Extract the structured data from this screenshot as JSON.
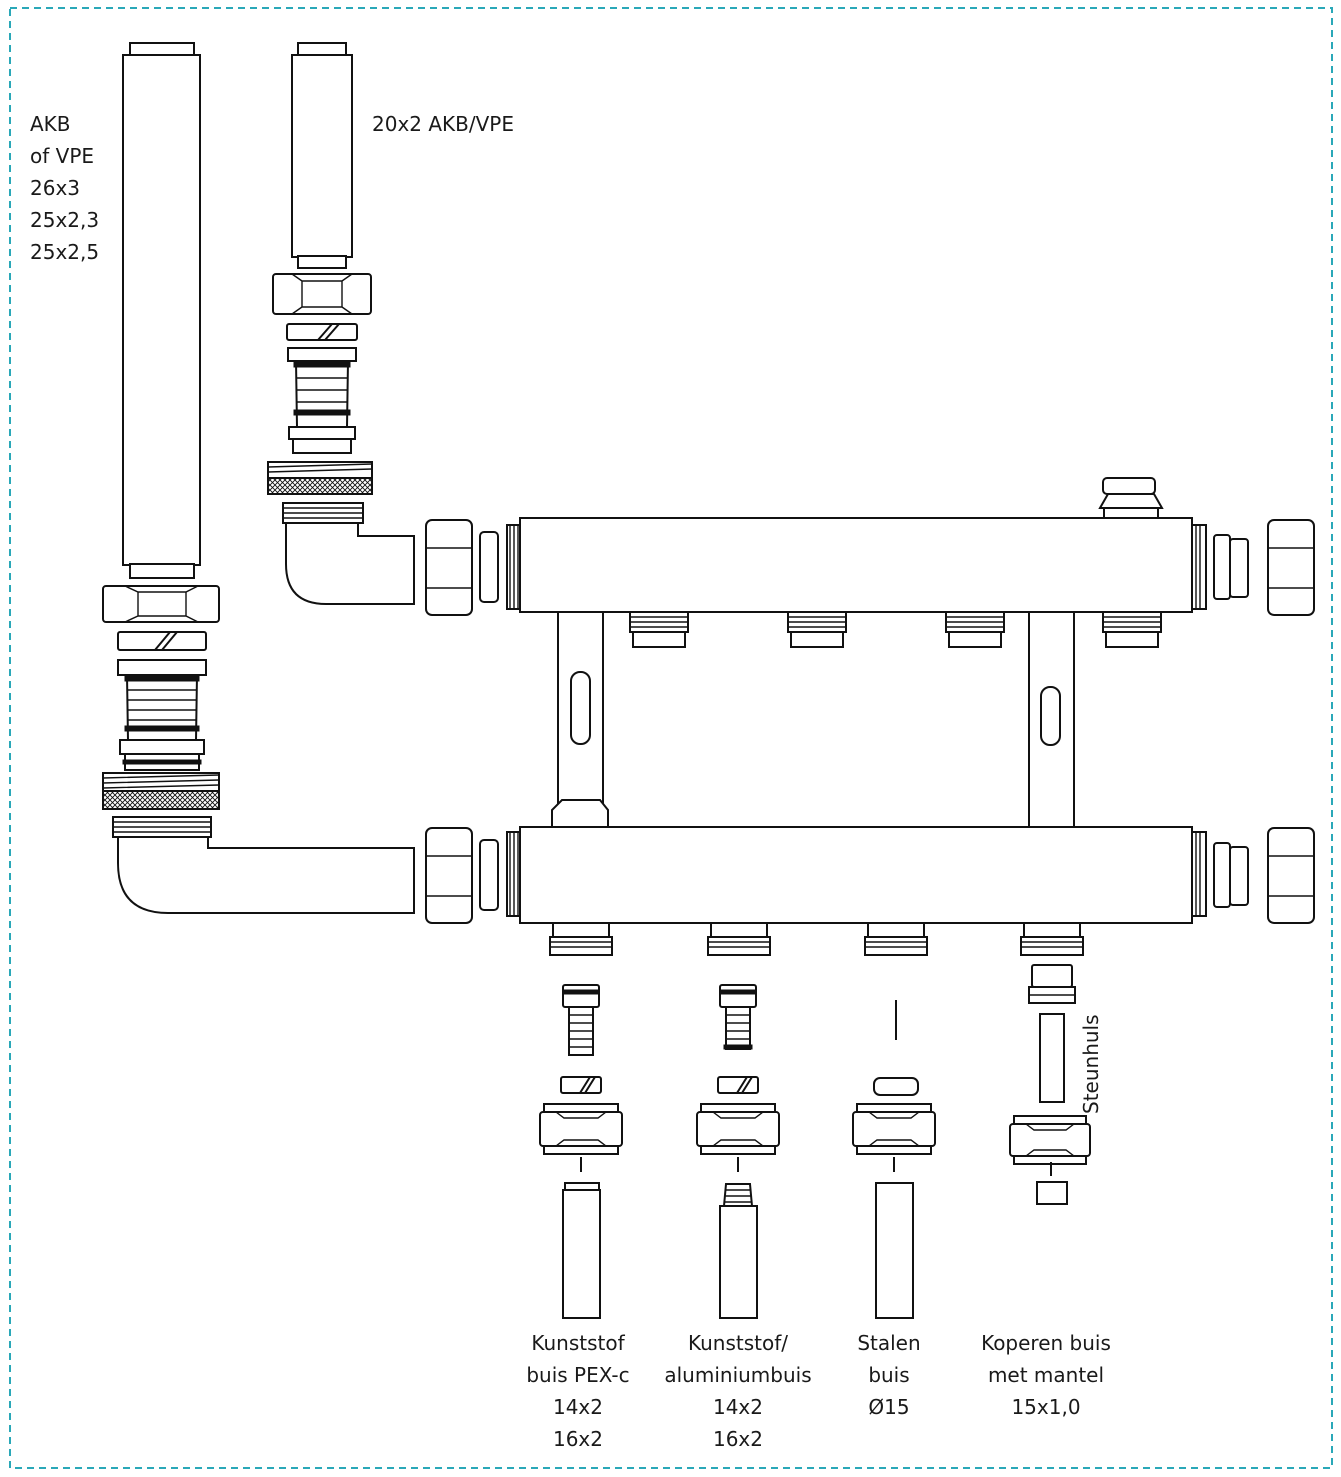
{
  "colors": {
    "frame": "#2aa8b8",
    "line": "#111111",
    "background": "#ffffff"
  },
  "labels": {
    "akb_vpe": [
      "AKB",
      "of VPE",
      "26x3",
      "25x2,3",
      "25x2,5"
    ],
    "akb_vpe_20": "20x2 AKB/VPE",
    "steunhuls": "Steunhuls",
    "pex": [
      "Kunststof",
      "buis PEX-c",
      "14x2",
      "16x2"
    ],
    "alu": [
      "Kunststof/",
      "aluminiumbuis",
      "14x2",
      "16x2"
    ],
    "steel": [
      "Stalen",
      "buis",
      "Ø15"
    ],
    "copper": [
      "Koperen buis",
      "met mantel",
      "15x1,0"
    ]
  }
}
